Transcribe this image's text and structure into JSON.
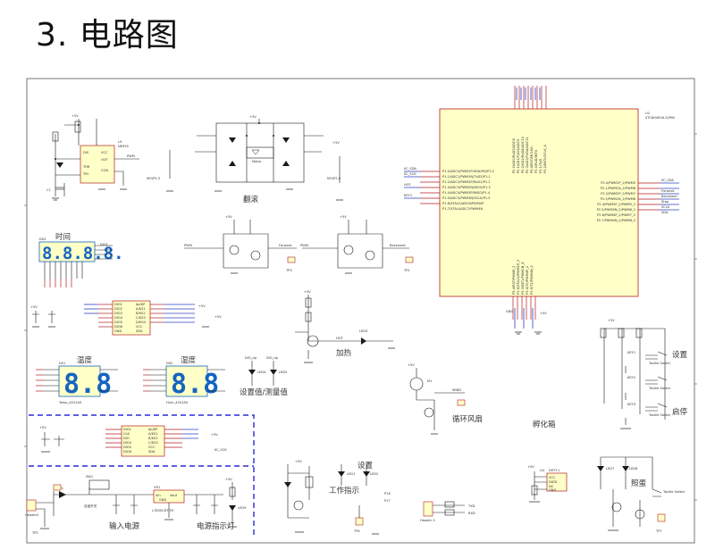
{
  "title": "3. 电路图",
  "sections": {
    "time": "时间",
    "flip": "翻滚",
    "heat": "加热",
    "temperature": "温度",
    "humidity": "湿度",
    "set_measure": "设置值/测量值",
    "fan": "循环风扇",
    "incubator": "孵化箱",
    "input_power": "输入电源",
    "power_led": "电源指示灯",
    "setting": "设置",
    "start": "启停",
    "lighting": "照蛋",
    "work_indicator": "工作指示"
  },
  "displays": {
    "time_digits": "8.8.8.8.",
    "temp_digits": "8.8",
    "hum_digits": "8.8"
  },
  "labels": {
    "mcu_ref": "U2",
    "mcu_part": "STC8H4K26-32PIN",
    "timer_ref": "U1",
    "timer_part": "NE555",
    "pwm": "PWM",
    "motor": "Motor",
    "forward": "Forward",
    "backward": "Backward",
    "hot": "HOT",
    "wind": "WIND",
    "ldo": "L7805CDT-TR",
    "sensor": "DHT11",
    "tact_switch": "Tactile Switch",
    "vcc": "+5V",
    "gnd": "GND",
    "dig_time": "DIG1",
    "temp_ref": "DS1",
    "hum_ref": "DS2",
    "led1": "LED1",
    "led2": "LED2",
    "p16": "P16",
    "p17": "P17"
  },
  "mcu_pins_left": [
    "P1.0/ADC0/PWM1P/SDA/RD/P1.0",
    "P1.1/ADC1/PWM1N/TxD2/P1.1",
    "P1.2/ADC2/PWM2P/RxD2/P1.2",
    "P1.3/ADC3/PWM2N/MOSI/P1.3",
    "P1.4/ADC4/PWM3P/MISO/P1.4",
    "P1.5/ADC5/PWM3N/SCLK/P1.5",
    "P1.6/XTALO/ADC6/PWM4P",
    "P1.7/XTALI/ADC7/PWM4N"
  ],
  "mcu_pins_right": [
    "P2.0/PWM1P_2/PWM5",
    "P2.1/PWM1N_2/PWM6",
    "P2.2/PWM2P_2/PWM7",
    "P2.3/PWM2N_2/PWM8",
    "P2.4/PWM3P_2/PWM5_2",
    "P2.5/PWM3N_2/PWM6_2",
    "P2.6/PWM4P_2/PWM7_2",
    "P2.7/PWM4N_2/PWM8_2"
  ],
  "mcu_right_nets": [
    "IIC_SDA",
    "Forward",
    "Backward",
    "Stop",
    "SCLK",
    "SDA"
  ]
}
